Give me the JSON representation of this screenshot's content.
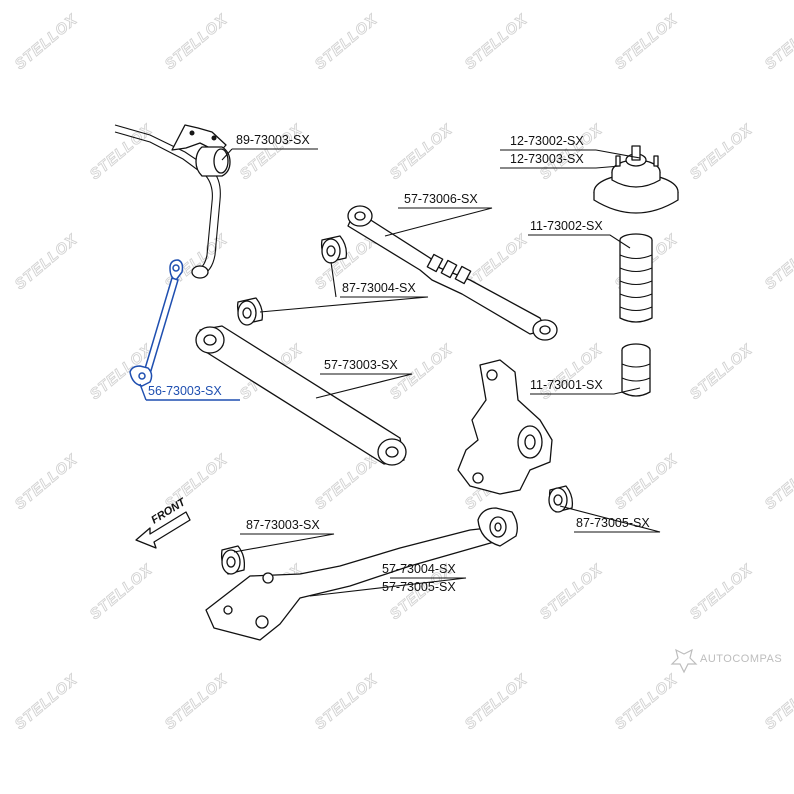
{
  "watermark": {
    "text": "STELLOX"
  },
  "brand": {
    "name": "AUTOCOMPAS"
  },
  "direction": {
    "front_label": "FRONT"
  },
  "colors": {
    "highlight": "#1f4fb0",
    "line": "#111111",
    "watermark": "#d2d2d2"
  },
  "labels": {
    "stabilizer_bush": "89-73003-SX",
    "strut_mount_1": "12-73002-SX",
    "strut_mount_2": "12-73003-SX",
    "upper_arm": "57-73006-SX",
    "dust_boot": "11-73002-SX",
    "arm_bush_upper": "87-73004-SX",
    "bump_stop": "11-73001-SX",
    "lower_arm": "57-73003-SX",
    "stabilizer_link": "56-73003-SX",
    "knuckle_bush": "87-73005-SX",
    "trailing_arm_bush": "87-73003-SX",
    "trailing_arm_1": "57-73004-SX",
    "trailing_arm_2": "57-73005-SX"
  }
}
